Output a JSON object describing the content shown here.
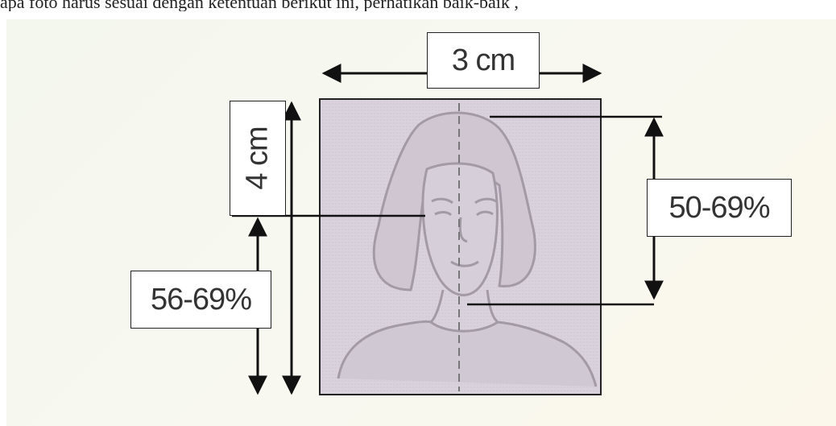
{
  "caption_text": "apa foto harus sesuai dengan ketentuan berikut ini, perhatikan baik-baik ,",
  "labels": {
    "width": "3 cm",
    "height": "4 cm",
    "head_ratio": "50-69%",
    "eye_ratio": "56-69%"
  },
  "icons": {
    "portrait": "woman-portrait-icon"
  },
  "colors": {
    "photo_bg": "#d9d1dc",
    "line": "#111111"
  }
}
